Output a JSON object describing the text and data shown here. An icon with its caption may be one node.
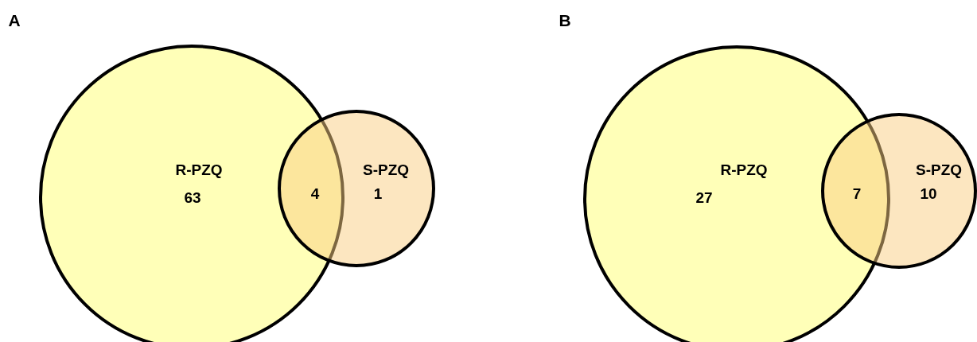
{
  "diagram": {
    "nodes": [
      {
        "text": [
          "R-PZQ",
          "63"
        ]
      },
      {
        "text": [
          "S-PZQ",
          "1"
        ]
      },
      {
        "text": [
          "R-PZQ",
          "27"
        ]
      },
      {
        "text": [
          "S-PZQ",
          "10"
        ]
      }
    ],
    "labels": [
      "A",
      "B",
      "4",
      "7"
    ]
  }
}
